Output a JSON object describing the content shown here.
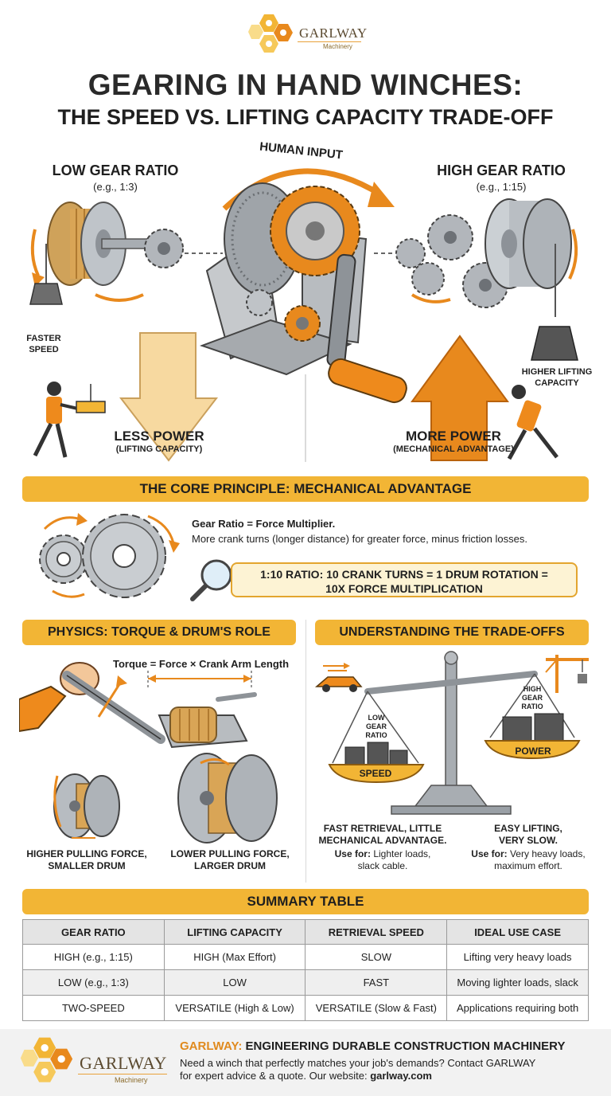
{
  "header": {
    "brand": "GARLWAY",
    "brand_sub": "Machinery",
    "title_line1": "GEARING IN HAND WINCHES:",
    "title_line2": "THE SPEED VS. LIFTING CAPACITY TRADE-OFF"
  },
  "hero": {
    "low_gear_title": "LOW GEAR RATIO",
    "low_gear_example": "(e.g., 1:3)",
    "high_gear_title": "HIGH GEAR RATIO",
    "high_gear_example": "(e.g., 1:15)",
    "human_input": "HUMAN INPUT",
    "faster_speed": [
      "FASTER",
      "SPEED"
    ],
    "higher_lifting": [
      "HIGHER LIFTING",
      "CAPACITY"
    ],
    "less_power": "LESS POWER",
    "less_power_sub": "(LIFTING CAPACITY)",
    "more_power": "MORE POWER",
    "more_power_sub": "(MECHANICAL ADVANTAGE)"
  },
  "principle": {
    "banner": "THE CORE PRINCIPLE: MECHANICAL ADVANTAGE",
    "line1": "Gear Ratio = Force Multiplier.",
    "line2": "More crank turns (longer distance) for greater force, minus friction losses.",
    "ratio_line1": "1:10 RATIO: 10 CRANK TURNS = 1 DRUM ROTATION =",
    "ratio_line2": "10X FORCE MULTIPLICATION"
  },
  "physics": {
    "banner": "PHYSICS: TORQUE & DRUM'S ROLE",
    "torque_formula": "Torque = Force × Crank Arm Length",
    "small_drum": [
      "HIGHER PULLING FORCE,",
      "SMALLER DRUM"
    ],
    "large_drum": [
      "LOWER PULLING FORCE,",
      "LARGER DRUM"
    ]
  },
  "tradeoffs": {
    "banner": "UNDERSTANDING THE TRADE-OFFS",
    "low_gear_tag": [
      "LOW",
      "GEAR",
      "RATIO"
    ],
    "high_gear_tag": [
      "HIGH",
      "GEAR",
      "RATIO"
    ],
    "speed_pan": "SPEED",
    "power_pan": "POWER",
    "left_caption": [
      "FAST RETRIEVAL, LITTLE",
      "MECHANICAL ADVANTAGE."
    ],
    "left_use_label": "Use for:",
    "left_use": [
      "Lighter loads,",
      "slack cable."
    ],
    "right_caption": [
      "EASY LIFTING,",
      "VERY SLOW."
    ],
    "right_use_label": "Use for:",
    "right_use": [
      "Very heavy loads,",
      "maximum effort."
    ]
  },
  "summary": {
    "banner": "SUMMARY TABLE",
    "headers": [
      "GEAR RATIO",
      "LIFTING CAPACITY",
      "RETRIEVAL SPEED",
      "IDEAL USE CASE"
    ],
    "rows": [
      [
        "HIGH (e.g., 1:15)",
        "HIGH (Max Effort)",
        "SLOW",
        "Lifting very heavy loads"
      ],
      [
        "LOW (e.g., 1:3)",
        "LOW",
        "FAST",
        "Moving lighter loads, slack"
      ],
      [
        "TWO-SPEED",
        "VERSATILE (High & Low)",
        "VERSATILE (Slow & Fast)",
        "Applications requiring both"
      ]
    ]
  },
  "footer": {
    "brand": "GARLWAY",
    "brand_sub": "Machinery",
    "heading_brand": "GARLWAY:",
    "heading_rest": " ENGINEERING DURABLE CONSTRUCTION MACHINERY",
    "body_line1": "Need a winch that perfectly matches your job's demands? Contact GARLWAY",
    "body_line2": "for expert advice & a quote. Our website: ",
    "website": "garlway.com"
  },
  "colors": {
    "accent_orange": "#e8891d",
    "banner_yellow": "#f2b535",
    "arrow_pale": "#f7d9a0",
    "metal_grey": "#9aa0a6"
  }
}
